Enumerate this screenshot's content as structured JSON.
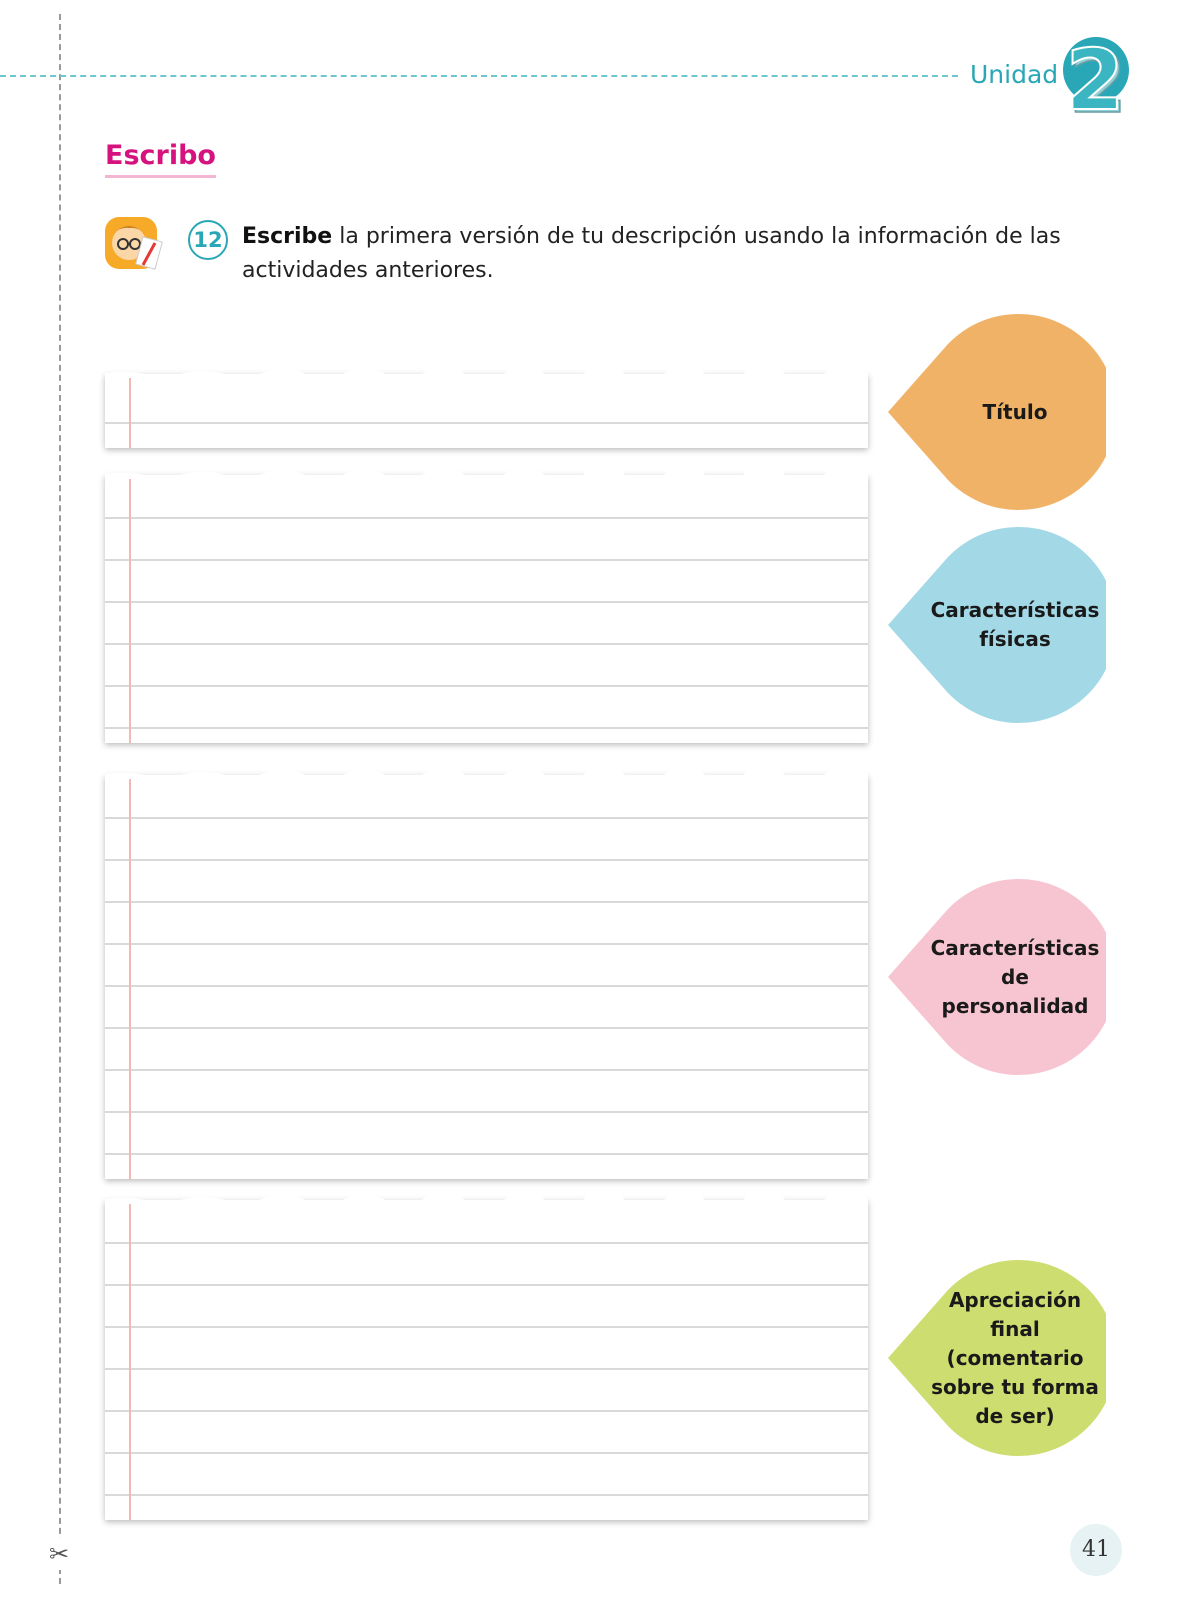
{
  "header": {
    "unit_label": "Unidad",
    "unit_number": "2",
    "accent": "#2aa7b6"
  },
  "section": {
    "title": "Escribo",
    "title_color": "#d6127f"
  },
  "activity": {
    "number": "12",
    "instruction_bold": "Escribe",
    "instruction_rest": " la primera versión de tu descripción usando la información de las actividades anteriores."
  },
  "writing_areas": [
    {
      "label": "Título",
      "color": "#f0b266"
    },
    {
      "label": "Características físicas",
      "color": "#a3d9e6"
    },
    {
      "label": "Características de personalidad",
      "color": "#f7c5d2"
    },
    {
      "label": "Apreciación final (comentario sobre tu forma de ser)",
      "color": "#cddd6f"
    }
  ],
  "footer": {
    "page_number": "41"
  }
}
